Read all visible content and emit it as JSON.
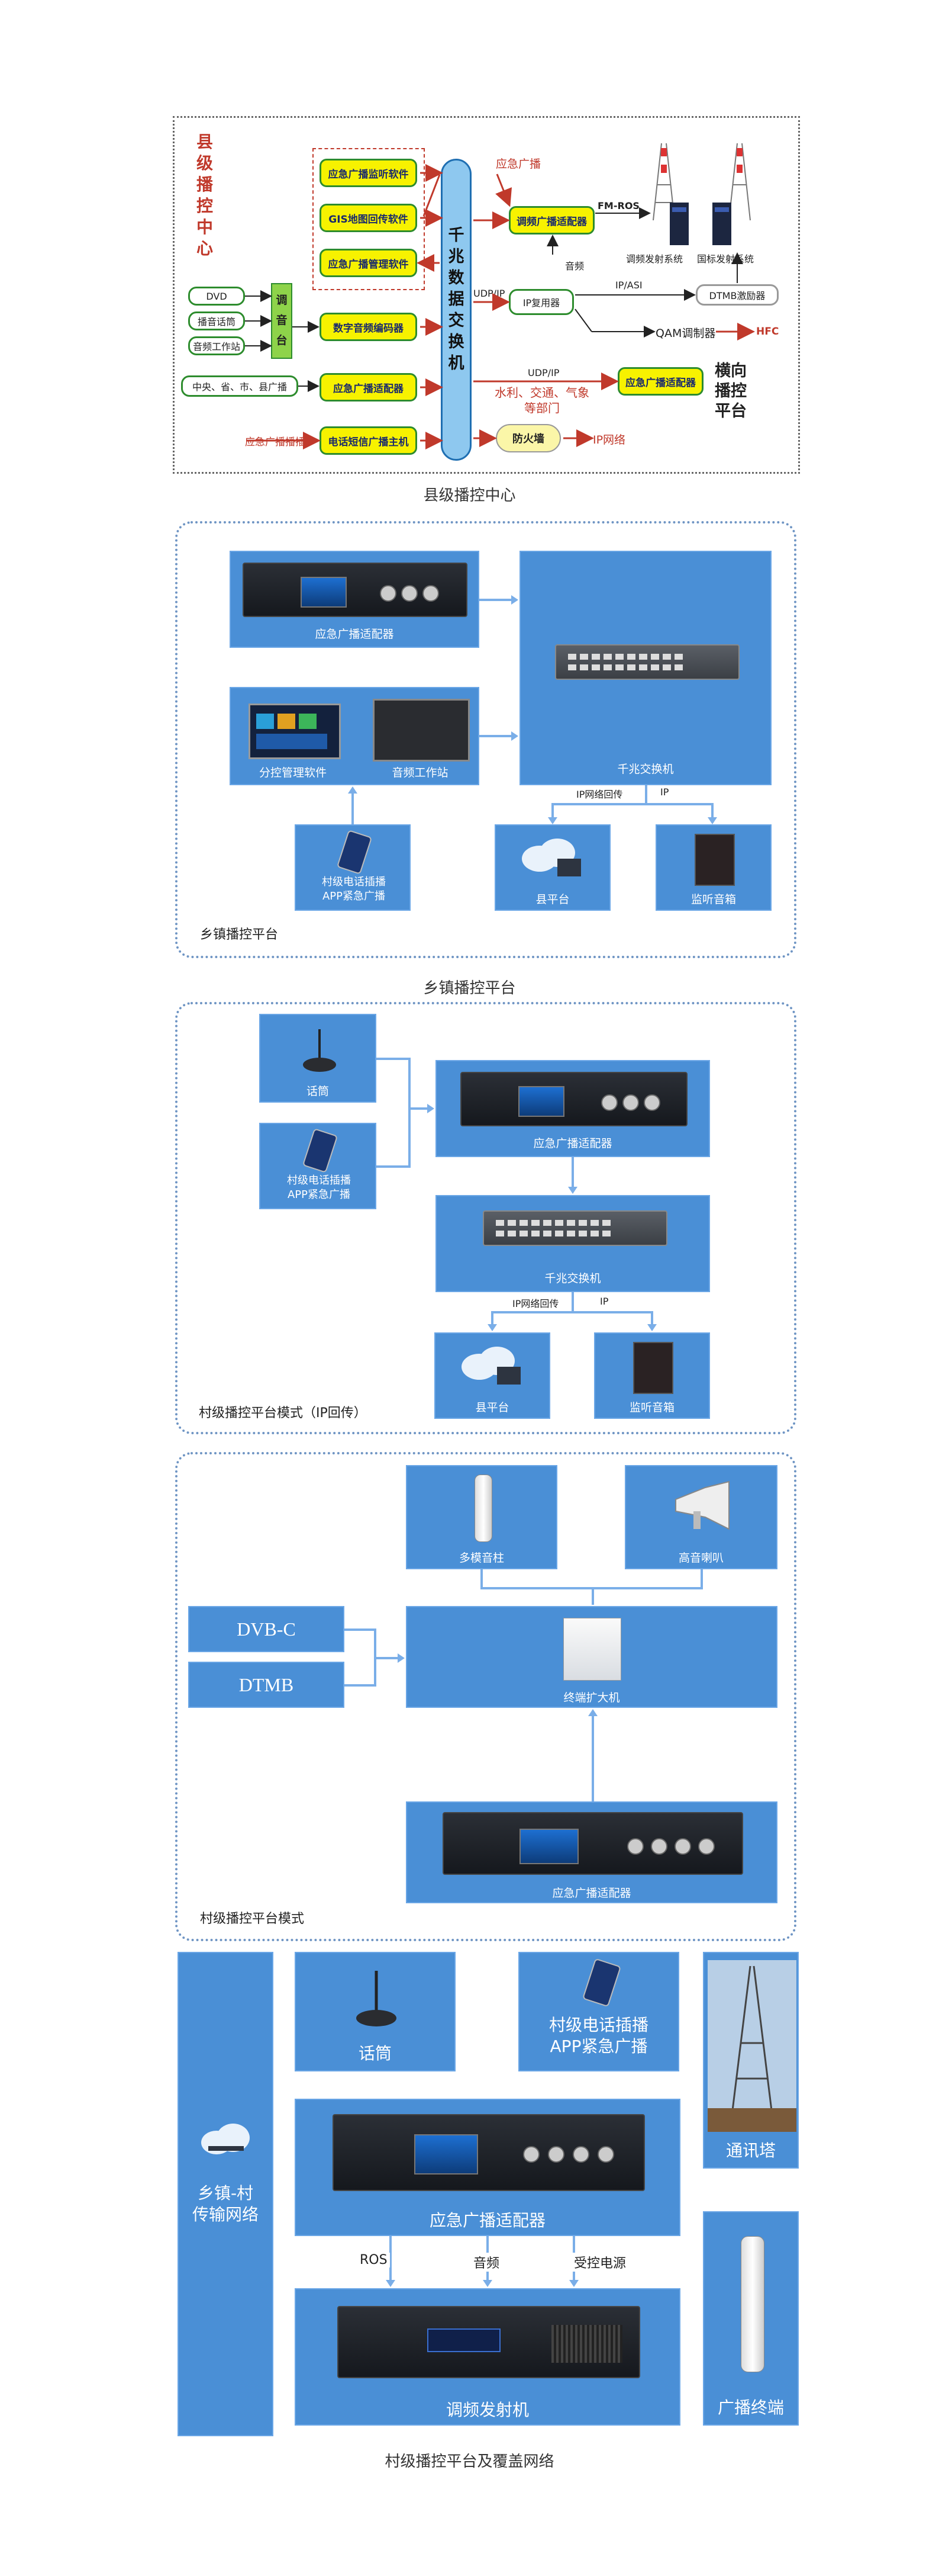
{
  "s1": {
    "side_title": [
      "县",
      "级",
      "播",
      "控",
      "中",
      "心"
    ],
    "monitor_sw": "应急广播监听软件",
    "gis_sw": "GIS地图回传软件",
    "mgmt_sw": "应急广播管理软件",
    "encoder": "数字音频编码器",
    "adapter": "应急广播适配器",
    "phone_host": "电话短信广播主机",
    "switch": [
      "千",
      "兆",
      "数",
      "据",
      "交",
      "换",
      "机"
    ],
    "inputs": [
      "DVD",
      "播音话筒",
      "音频工作站"
    ],
    "mixer": [
      "调",
      "音",
      "台"
    ],
    "sources": "中央、省、市、县广播",
    "phone_in": "应急广播播插",
    "fm_adapter": "调频广播适配器",
    "ip_mux": "IP复用器",
    "firewall": "防火墙",
    "right_adapter": "应急广播适配器",
    "emergency": "应急广播",
    "fm_ros": "FM-ROS",
    "audio": "音频",
    "fm_tx": "调频发射系统",
    "national_tx": "国标发射系统",
    "ip_asi": "IP/ASI",
    "dtmb_exc": "DTMB激励器",
    "udp_ip_1": "UDP/IP",
    "qam": "QAM调制器",
    "hfc": "HFC",
    "udp_ip_2": "UDP/IP",
    "depts": [
      "水利、交通、气象",
      "等部门"
    ],
    "horizontal": [
      "横向",
      "播控",
      "平台"
    ],
    "ip_net": "IP网络",
    "caption": "县级播控中心"
  },
  "s2": {
    "adapter": "应急广播适配器",
    "switch": "千兆交换机",
    "soft": "分控管理软件",
    "workstation": "音频工作站",
    "phone": [
      "村级电话插播",
      "APP紧急广播"
    ],
    "county": "县平台",
    "speaker": "监听音箱",
    "ip_back": "IP网络回传",
    "ip": "IP",
    "title": "乡镇播控平台",
    "caption": "乡镇播控平台"
  },
  "s3": {
    "mic": "话筒",
    "phone": [
      "村级电话插播",
      "APP紧急广播"
    ],
    "adapter": "应急广播适配器",
    "switch": "千兆交换机",
    "county": "县平台",
    "speaker": "监听音箱",
    "ip_back": "IP网络回传",
    "ip": "IP",
    "title": "村级播控平台模式（IP回传）"
  },
  "s4": {
    "column": "多模音柱",
    "horn": "高音喇叭",
    "dvbc": "DVB-C",
    "dtmb": "DTMB",
    "amp": "终端扩大机",
    "adapter": "应急广播适配器",
    "title": "村级播控平台模式"
  },
  "s5": {
    "network": [
      "乡镇-村",
      "传输网络"
    ],
    "mic": "话筒",
    "phone": [
      "村级电话插播",
      "APP紧急广播"
    ],
    "tower": "通讯塔",
    "adapter": "应急广播适配器",
    "ros": "ROS",
    "audio": "音频",
    "power": "受控电源",
    "tx": "调频发射机",
    "terminal": "广播终端",
    "caption": "村级播控平台及覆盖网络"
  }
}
